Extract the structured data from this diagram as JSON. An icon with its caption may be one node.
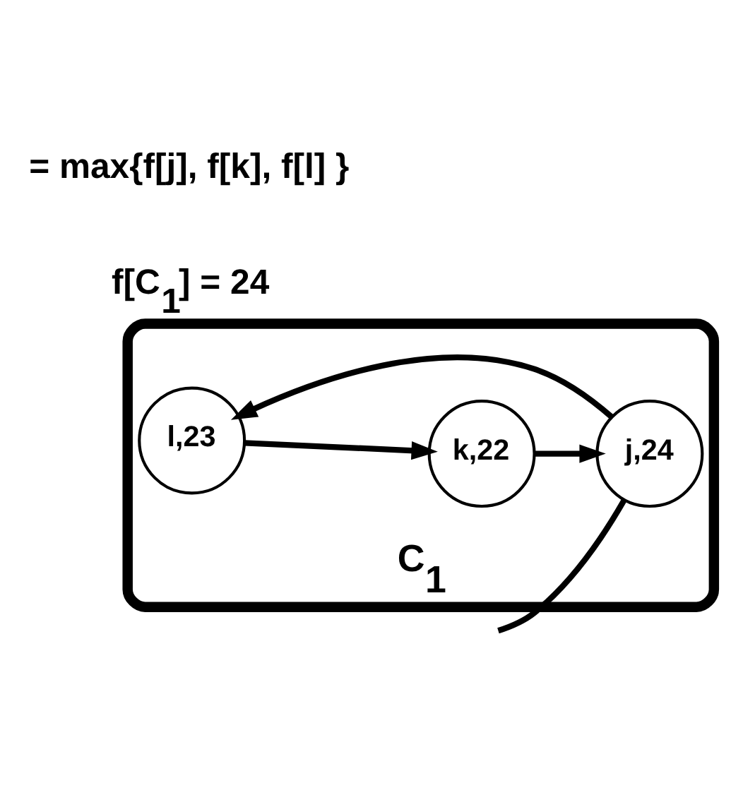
{
  "diagram": {
    "nodes": [
      {
        "text": [
          "C$_{1}$"
        ]
      },
      {
        "text": [
          "l,23"
        ],
        "in": 0
      },
      {
        "text": [
          "j,24"
        ],
        "in": 0
      },
      {
        "text": [
          "k,22"
        ],
        "in": 0
      }
    ],
    "edges": [
      {
        "from": null,
        "to": 2,
        "arrow": "none"
      },
      {
        "from": 2,
        "to": 1,
        "arrow": "to"
      },
      {
        "from": 1,
        "to": 3,
        "arrow": "to"
      },
      {
        "from": 3,
        "to": 2,
        "arrow": "to"
      }
    ],
    "labels": [
      "f[C$_{1}$] = 24",
      "= max{f[j], f[k], f[l] }"
    ]
  }
}
